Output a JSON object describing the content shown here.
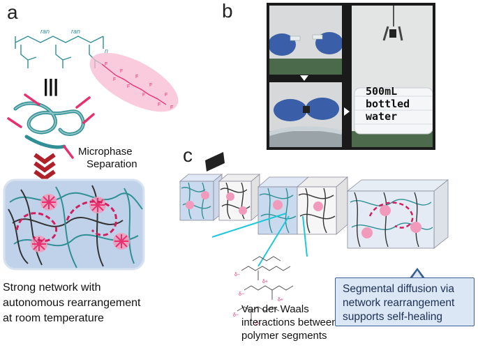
{
  "panels": {
    "a": {
      "letter": "a",
      "polymer_labels": {
        "ran1": "ran",
        "ran2": "ran",
        "n": "n",
        "fluorine": "F"
      },
      "equiv": "|||",
      "process_label_line1": "Microphase",
      "process_label_line2": "Separation",
      "caption_line1": "Strong network with",
      "caption_line2": "autonomous rearrangement",
      "caption_line3": "at room temperature"
    },
    "b": {
      "letter": "b",
      "bottle_label_line1": "500mL",
      "bottle_label_line2": "bottled",
      "bottle_label_line3": "water"
    },
    "c": {
      "letter": "c",
      "vdw_line1": "Van der Waals",
      "vdw_line2": "interactions between",
      "vdw_line3": "polymer segments",
      "charge_neg": "δ−",
      "charge_pos": "δ+",
      "callout_line1": "Segmental diffusion via",
      "callout_line2": "network rearrangement",
      "callout_line3": "supports self-healing"
    }
  },
  "colors": {
    "teal": "#2f8f94",
    "dark": "#333333",
    "pink": "#e8306e",
    "red_chevron": "#b0202a",
    "callout_bg": "#dce7f5",
    "box_bg": "#c9d9ee"
  }
}
